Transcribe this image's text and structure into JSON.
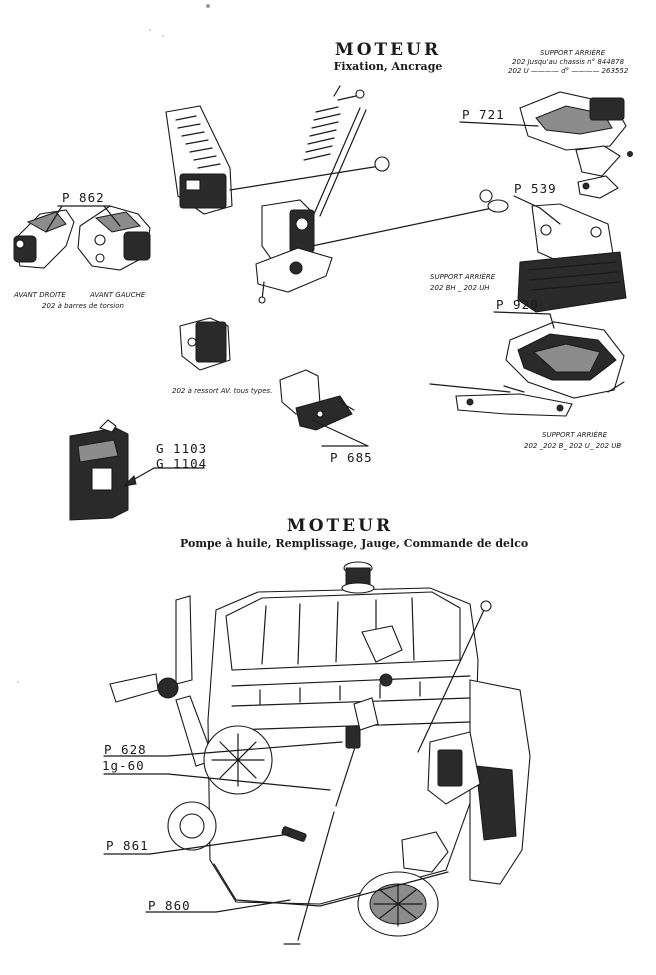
{
  "section1": {
    "title": "MOTEUR",
    "subtitle": "Fixation, Ancrage",
    "support_arriere_top": {
      "heading": "SUPPORT ARRIÈRE",
      "line1": "202  Jusqu'au chassis n° 844878",
      "line2": "202 U ———— d° ———— 263552"
    },
    "refs": {
      "p862": "P 862",
      "p721": "P 721",
      "p539": "P 539",
      "p920": "P 920",
      "p685": "P 685",
      "g1103": "G 1103",
      "g1104": "G 1104"
    },
    "captions": {
      "avant_droite": "AVANT DROITE",
      "avant_gauche": "AVANT GAUCHE",
      "barres_torsion": "202  à barres de torsion",
      "support_mid_heading": "SUPPORT ARRIÈRE",
      "support_mid_models": "202 BH _ 202 UH",
      "ressort": "202 à ressort AV. tous types.",
      "support_bottom_heading": "SUPPORT ARRIÈRE",
      "support_bottom_models": "202 _202 B_ 202 U_ 202 UB"
    }
  },
  "section2": {
    "title": "MOTEUR",
    "subtitle": "Pompe à huile, Remplissage, Jauge, Commande de delco",
    "refs": {
      "p628": "P 628",
      "ig60": "1g-60",
      "p861": "P 861",
      "p860": "P 860"
    }
  },
  "colors": {
    "ink": "#1a1a1a",
    "paper": "#ffffff",
    "shade": "#8c8c8c"
  }
}
